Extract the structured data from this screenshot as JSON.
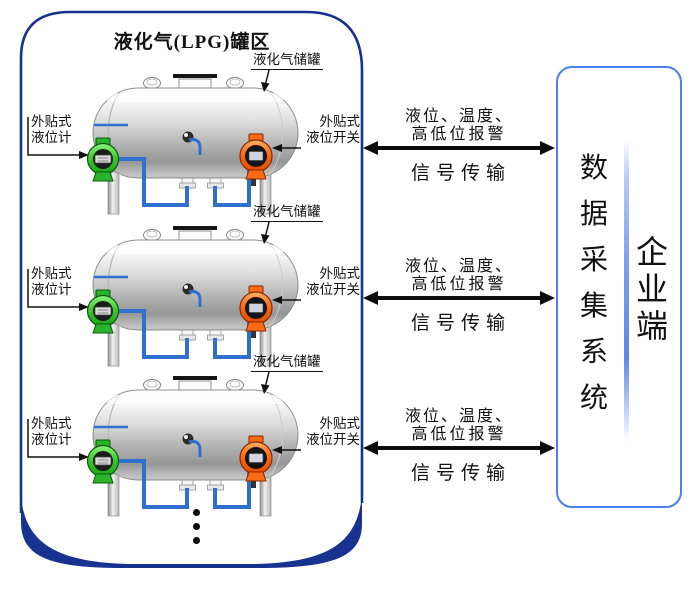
{
  "title": "液化气(LPG)罐区",
  "tank_rows": [
    {
      "tank_label": "液化气储罐",
      "gauge_label": "外贴式\n 液位计",
      "switch_label": "外贴式\n液位开关"
    },
    {
      "tank_label": "液化气储罐",
      "gauge_label": "外贴式\n 液位计",
      "switch_label": "外贴式\n液位开关"
    },
    {
      "tank_label": "液化气储罐",
      "gauge_label": "外贴式\n 液位计",
      "switch_label": "外贴式\n液位开关"
    }
  ],
  "signal_links": [
    {
      "line1": "液位、温度、",
      "line2": "高低位报警",
      "caption": "信号传输"
    },
    {
      "line1": "液位、温度、",
      "line2": "高低位报警",
      "caption": "信号传输"
    },
    {
      "line1": "液位、温度、",
      "line2": "高低位报警",
      "caption": "信号传输"
    }
  ],
  "collector": {
    "system_label": "数据采集系统",
    "client_label": "企业端"
  },
  "icons": {
    "gauge_device": "green-external-level-gauge",
    "switch_device": "orange-external-level-switch",
    "link_arrow": "double-headed-arrow",
    "ellipsis": "vertical-dots"
  },
  "colors": {
    "frame_navy": "#17338f",
    "panel_border_blue": "#4d7ef0",
    "pipe_blue": "#2e6fd0",
    "gauge_green": "#2fc32f",
    "switch_orange": "#f85306"
  }
}
